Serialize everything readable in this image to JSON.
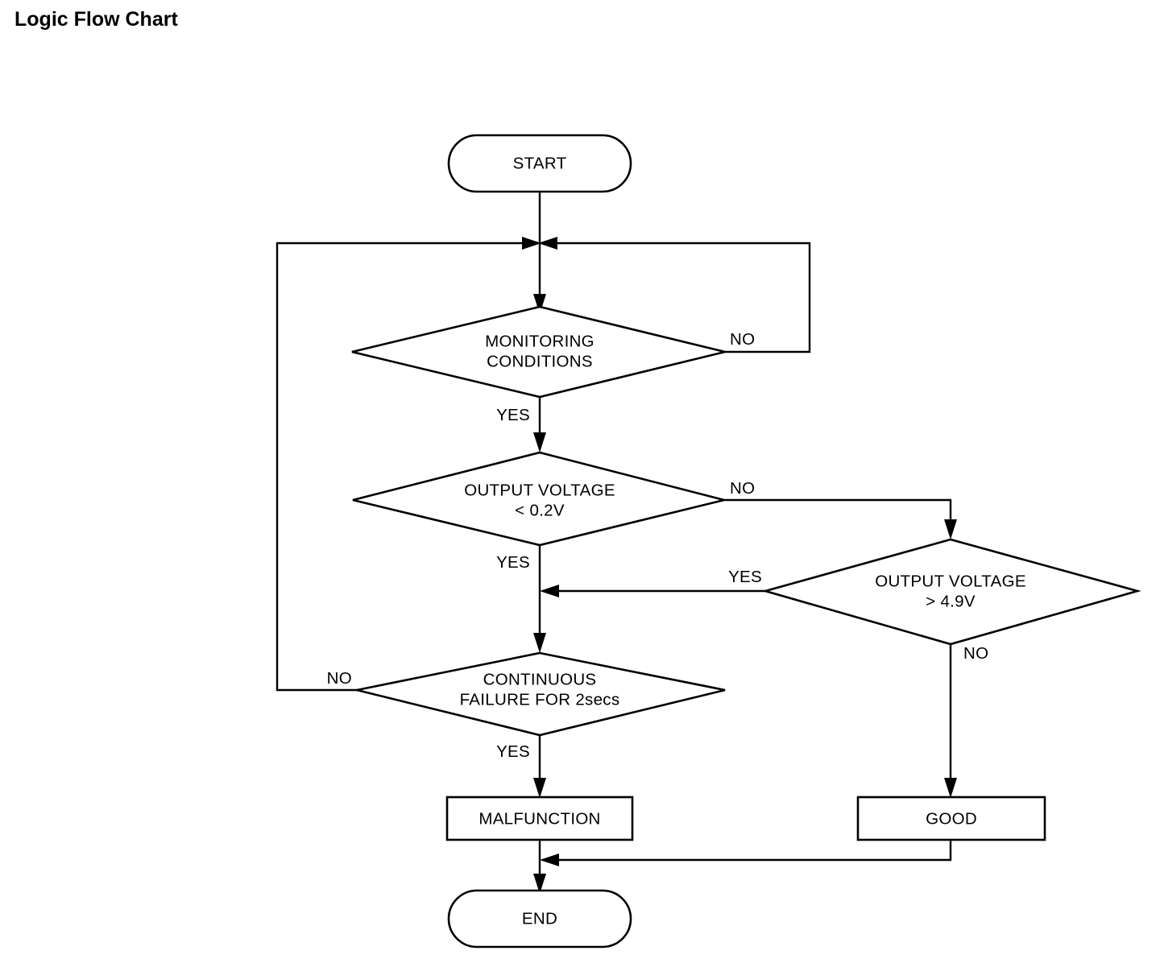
{
  "page": {
    "title": "Logic Flow Chart"
  },
  "diagram": {
    "type": "flowchart",
    "nodes": [
      {
        "id": "start",
        "shape": "terminator",
        "label": "START"
      },
      {
        "id": "monitoring",
        "shape": "decision",
        "label_line1": "MONITORING",
        "label_line2": "CONDITIONS"
      },
      {
        "id": "volt_low",
        "shape": "decision",
        "label_line1": "OUTPUT VOLTAGE",
        "label_line2": "< 0.2V"
      },
      {
        "id": "volt_high",
        "shape": "decision",
        "label_line1": "OUTPUT VOLTAGE",
        "label_line2": "> 4.9V"
      },
      {
        "id": "cont_failure",
        "shape": "decision",
        "label_line1": "CONTINUOUS",
        "label_line2": "FAILURE FOR 2secs"
      },
      {
        "id": "malfunction",
        "shape": "process",
        "label": "MALFUNCTION"
      },
      {
        "id": "good",
        "shape": "process",
        "label": "GOOD"
      },
      {
        "id": "end",
        "shape": "terminator",
        "label": "END"
      }
    ],
    "edges": [
      {
        "from": "start",
        "to": "monitoring",
        "label": ""
      },
      {
        "from": "monitoring",
        "to": "junction_top",
        "label": "NO"
      },
      {
        "from": "monitoring",
        "to": "volt_low",
        "label": "YES"
      },
      {
        "from": "volt_low",
        "to": "volt_high",
        "label": "NO"
      },
      {
        "from": "volt_low",
        "to": "cont_failure",
        "label": "YES"
      },
      {
        "from": "volt_high",
        "to": "cont_failure",
        "label": "YES"
      },
      {
        "from": "volt_high",
        "to": "good",
        "label": "NO"
      },
      {
        "from": "cont_failure",
        "to": "junction_top",
        "label": "NO"
      },
      {
        "from": "cont_failure",
        "to": "malfunction",
        "label": "YES"
      },
      {
        "from": "malfunction",
        "to": "end",
        "label": ""
      },
      {
        "from": "good",
        "to": "end",
        "label": ""
      }
    ],
    "edge_labels": {
      "monitoring_no": "NO",
      "monitoring_yes": "YES",
      "volt_low_no": "NO",
      "volt_low_yes": "YES",
      "volt_high_yes": "YES",
      "volt_high_no": "NO",
      "cont_failure_no": "NO",
      "cont_failure_yes": "YES"
    },
    "colors": {
      "stroke": "#000000",
      "fill": "#ffffff",
      "text": "#000000"
    }
  }
}
